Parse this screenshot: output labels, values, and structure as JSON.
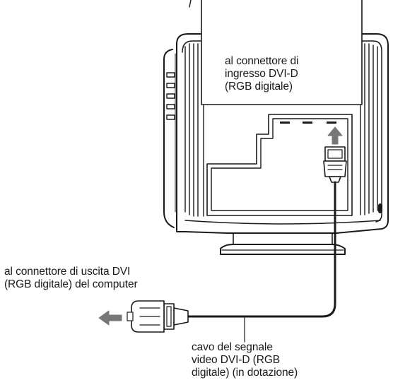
{
  "diagram": {
    "labels": {
      "input_connector": [
        "al connettore di",
        "ingresso DVI-D",
        "(RGB digitale)"
      ],
      "computer_output": [
        "al connettore di uscita DVI",
        "(RGB digitale) del computer"
      ],
      "signal_cable": [
        "cavo del segnale",
        "video DVI-D (RGB",
        "digitale) (in dotazione)"
      ]
    }
  }
}
